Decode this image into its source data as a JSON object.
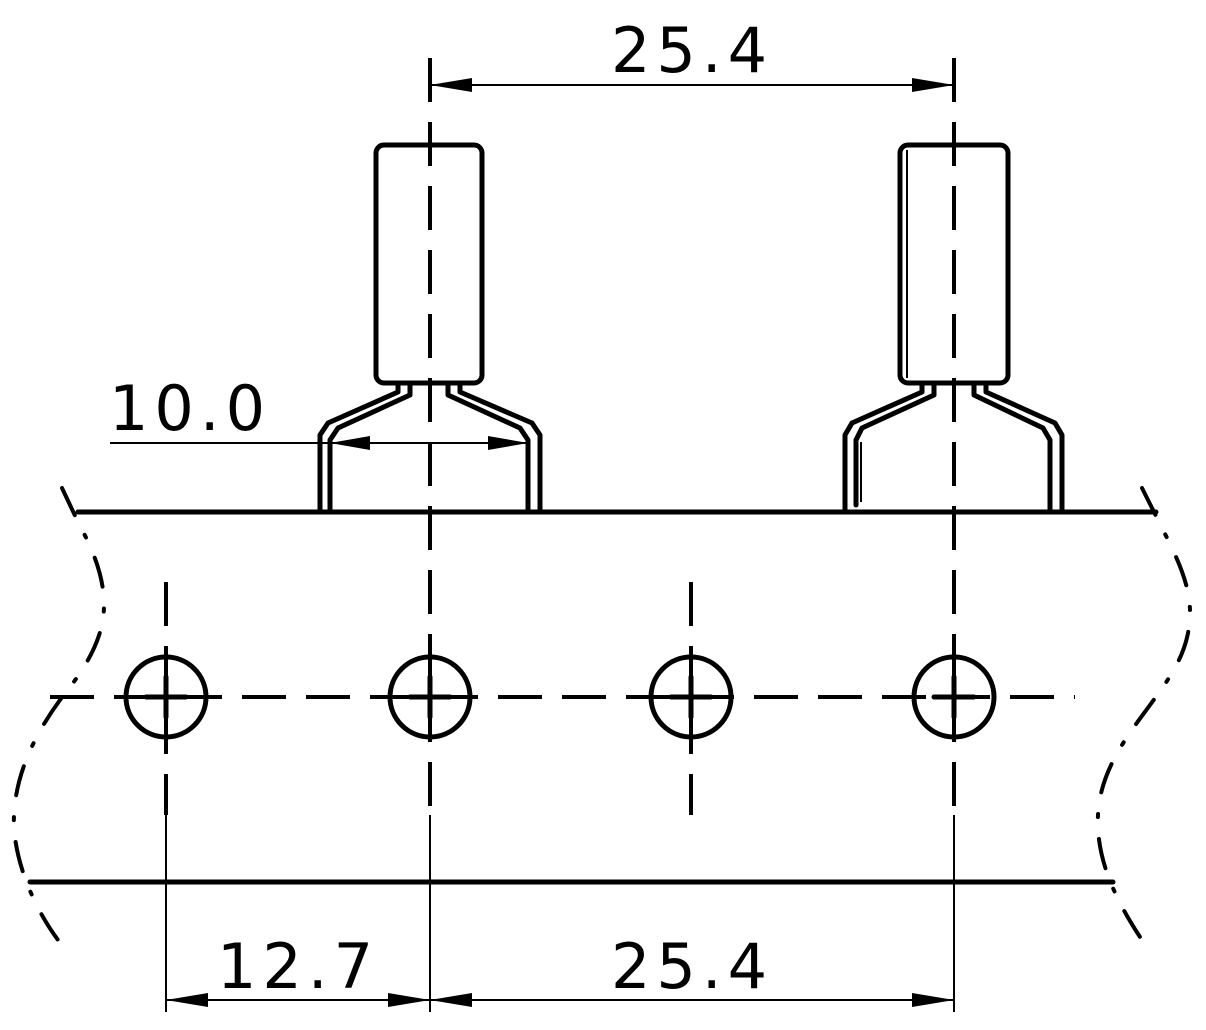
{
  "dimensions": {
    "top_pitch": "25.4",
    "lead_spacing": "10.0",
    "bottom_offset": "12.7",
    "bottom_pitch": "25.4"
  },
  "components": [
    {
      "name": "component-left"
    },
    {
      "name": "component-right"
    }
  ],
  "holes": [
    {
      "name": "hole-1"
    },
    {
      "name": "hole-2"
    },
    {
      "name": "hole-3"
    },
    {
      "name": "hole-4"
    }
  ],
  "colors": {
    "line": "#000000",
    "background": "#ffffff"
  }
}
